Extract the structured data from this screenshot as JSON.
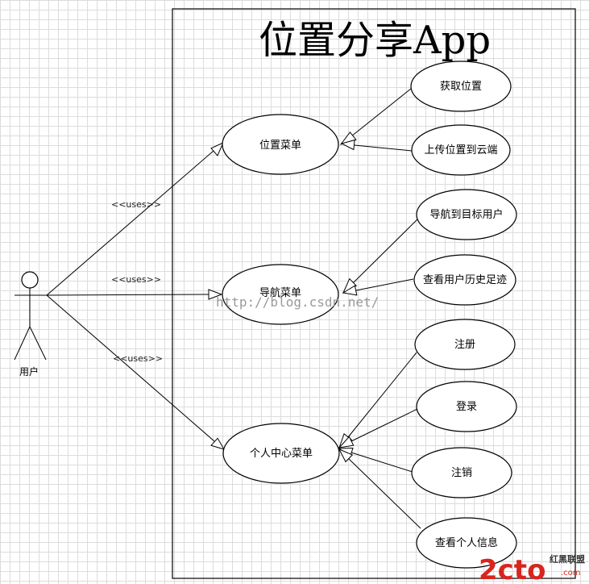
{
  "system": {
    "title": "位置分享App"
  },
  "actor": {
    "name": "用户"
  },
  "relationship_label": "<<uses>>",
  "menus": [
    {
      "label": "位置菜单"
    },
    {
      "label": "导航菜单"
    },
    {
      "label": "个人中心菜单"
    }
  ],
  "use_cases": [
    {
      "label": "获取位置",
      "menu": 0
    },
    {
      "label": "上传位置到云端",
      "menu": 0
    },
    {
      "label": "导航到目标用户",
      "menu": 1
    },
    {
      "label": "查看用户历史足迹",
      "menu": 1
    },
    {
      "label": "注册",
      "menu": 2
    },
    {
      "label": "登录",
      "menu": 2
    },
    {
      "label": "注销",
      "menu": 2
    },
    {
      "label": "查看个人信息",
      "menu": 2
    }
  ],
  "watermark": "http://blog.csdn.net/",
  "logo": {
    "main": "2cto",
    "sub": ".com",
    "brand": "红黑联盟"
  }
}
